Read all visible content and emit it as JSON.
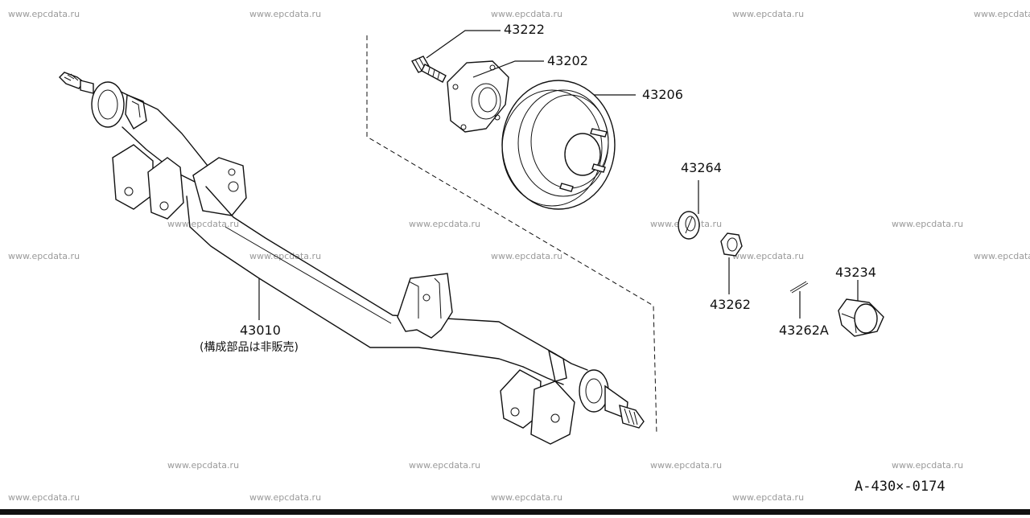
{
  "watermark": "www.epcdata.ru",
  "parts": {
    "p43222": "43222",
    "p43202": "43202",
    "p43206": "43206",
    "p43264": "43264",
    "p43262": "43262",
    "p43262A": "43262A",
    "p43234": "43234",
    "p43010": "43010",
    "p43010_note": "(構成部品は非販売)"
  },
  "diagram_code": "A-430×-0174",
  "colors": {
    "line": "#111111",
    "watermark": "#9a9a9a",
    "background": "#ffffff"
  }
}
